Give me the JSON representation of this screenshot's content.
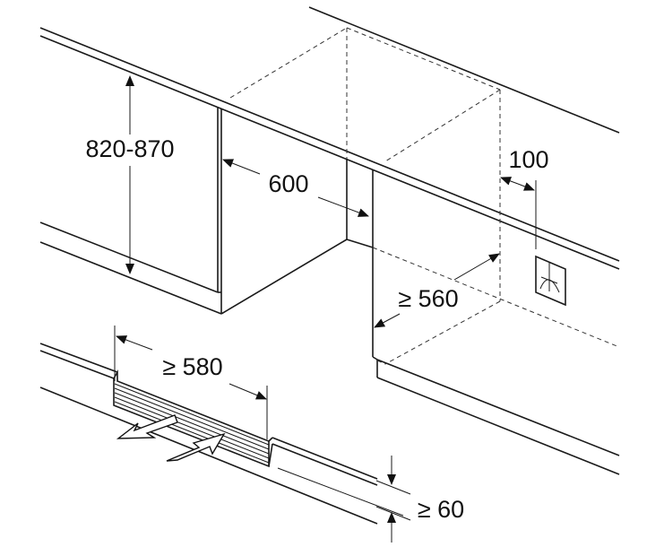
{
  "diagram": {
    "type": "installation-dimensions",
    "labels": {
      "height": "820-870",
      "depth": "600",
      "wall_offset": "100",
      "min_width": "≥ 560",
      "vent_width": "≥ 580",
      "plinth_height": "≥ 60"
    },
    "icons": [
      "power-socket-icon",
      "air-outflow-arrow",
      "air-inflow-arrow"
    ]
  }
}
